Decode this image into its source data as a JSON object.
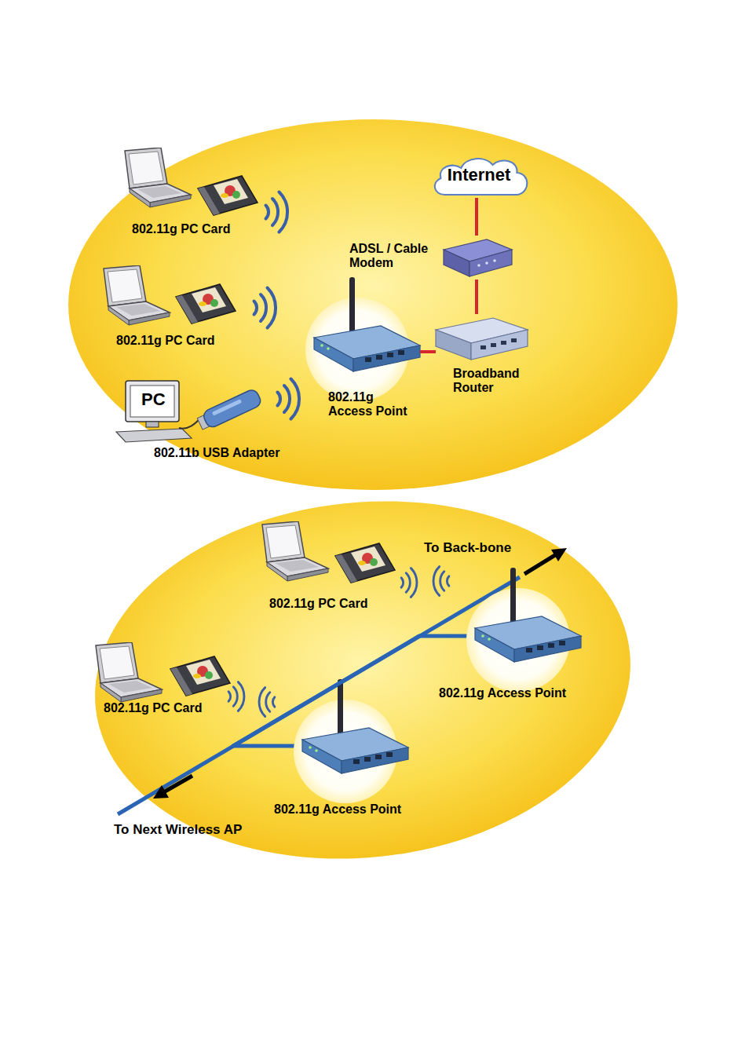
{
  "diagram": {
    "nodes": [
      {
        "text": [
          "802.11g PC Card"
        ]
      },
      {
        "text": [
          "802.11g PC Card"
        ]
      },
      {
        "text": [
          "Internet"
        ]
      },
      {
        "text": [
          "ADSL / Cable Modem"
        ]
      },
      {
        "text": [
          "802.11g Access Point"
        ]
      },
      {
        "text": [
          "Broadband Router"
        ]
      },
      {
        "text": [
          "PC",
          "802.11b USB Adapter"
        ]
      },
      {
        "text": [
          "802.11g PC Card"
        ]
      },
      {
        "text": [
          "802.11g Access Point"
        ]
      },
      {
        "text": [
          "802.11g PC Card"
        ]
      },
      {
        "text": [
          "802.11g Access Point"
        ]
      }
    ],
    "edges": [
      {
        "from": 2,
        "to": 3,
        "arrow": "none"
      },
      {
        "from": 3,
        "to": 5,
        "arrow": "none"
      },
      {
        "from": 5,
        "to": 4,
        "arrow": "none"
      },
      {
        "from": 10,
        "to": 8,
        "arrow": "none"
      }
    ],
    "labels": [
      "To Back-bone",
      "To Next Wireless AP"
    ]
  }
}
